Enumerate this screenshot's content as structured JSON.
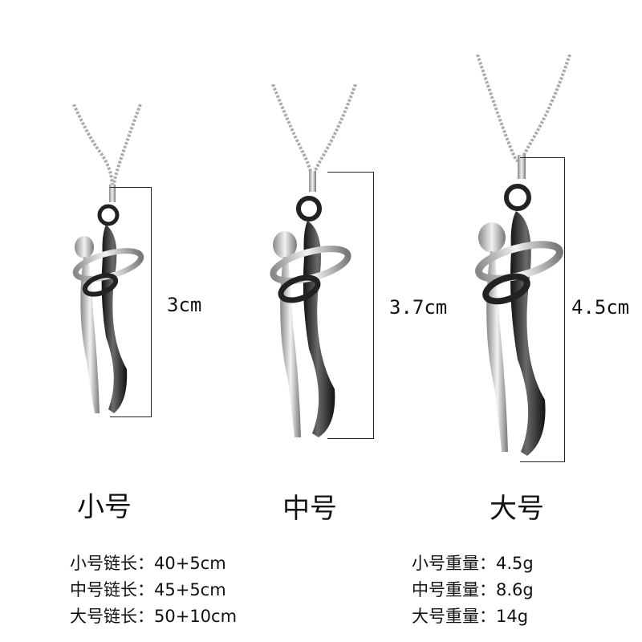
{
  "products": [
    {
      "size_label": "小号",
      "height_label": "3cm",
      "tone": "small"
    },
    {
      "size_label": "中号",
      "height_label": "3.7cm",
      "tone": "medium"
    },
    {
      "size_label": "大号",
      "height_label": "4.5cm",
      "tone": "large"
    }
  ],
  "chain_lengths": [
    {
      "label": "小号链长：",
      "value": "40+5cm"
    },
    {
      "label": "中号链长：",
      "value": "45+5cm"
    },
    {
      "label": "大号链长：",
      "value": "50+10cm"
    }
  ],
  "weights": [
    {
      "label": "小号重量：",
      "value": "4.5g"
    },
    {
      "label": "中号重量：",
      "value": "8.6g"
    },
    {
      "label": "大号重量：",
      "value": "14g"
    }
  ],
  "colors": {
    "silver": "#c8c8c8",
    "black": "#2a2a2a",
    "line": "#222222"
  }
}
